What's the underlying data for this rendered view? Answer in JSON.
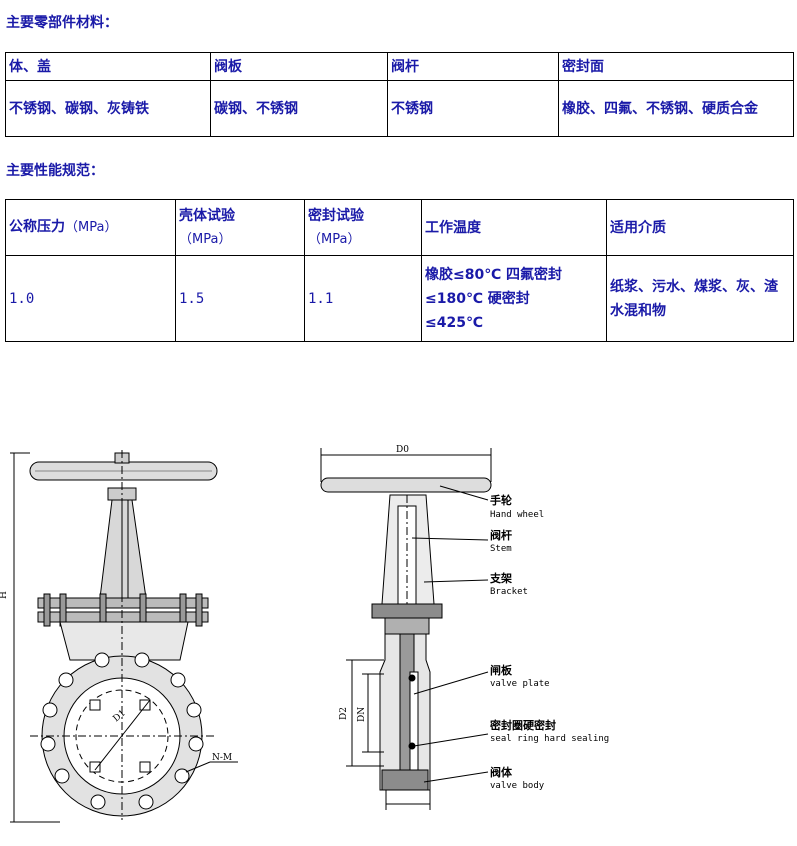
{
  "section1": {
    "title": "主要零部件材料：",
    "headers": [
      "体、盖",
      "阀板",
      "阀杆",
      "密封面"
    ],
    "row": [
      "不锈钢、碳钢、灰铸铁",
      "碳钢、不锈钢",
      "不锈钢",
      "橡胶、四氟、不锈钢、硬质合金"
    ]
  },
  "section2": {
    "title": "主要性能规范：",
    "headers": [
      {
        "main": "公称压力",
        "unit": "（MPa）"
      },
      {
        "main": "壳体试验",
        "unit": "（MPa）"
      },
      {
        "main": "密封试验",
        "unit": "（MPa）"
      },
      {
        "main": "工作温度",
        "unit": ""
      },
      {
        "main": "适用介质",
        "unit": ""
      }
    ],
    "row": {
      "pressure": "1.0",
      "shell": "1.5",
      "seal": "1.1",
      "temp_l1": "橡胶≤80℃ 四氟密封",
      "temp_l2": "≤180℃  硬密封",
      "temp_l3": "≤425℃",
      "medium": "纸浆、污水、煤浆、灰、渣水混和物"
    }
  },
  "drawing": {
    "dims": {
      "h": "H",
      "d1": "D1",
      "nm": "N-M",
      "d0": "D0",
      "d2": "D2",
      "dn": "DN"
    },
    "labels": [
      {
        "cn": "手轮",
        "en": "Hand wheel"
      },
      {
        "cn": "阀杆",
        "en": "Stem"
      },
      {
        "cn": "支架",
        "en": "Bracket"
      },
      {
        "cn": "闸板",
        "en": "valve plate"
      },
      {
        "cn": "密封圈硬密封",
        "en": "seal ring hard sealing"
      },
      {
        "cn": "阀体",
        "en": "valve body"
      }
    ]
  }
}
